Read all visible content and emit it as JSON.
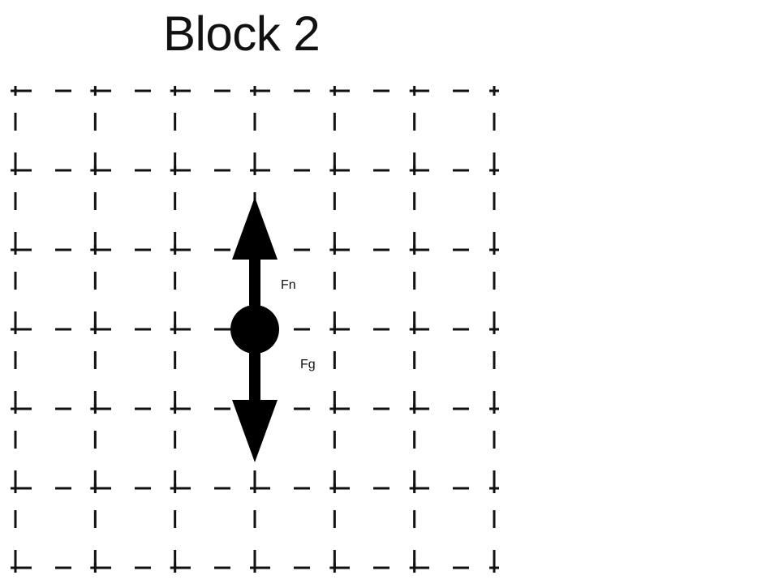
{
  "title": "Block 2",
  "diagram": {
    "type": "free-body-diagram",
    "grid": {
      "columns": 6,
      "rows": 6,
      "line_style": "dashed",
      "color": "#111111"
    },
    "object": {
      "shape": "circle",
      "color": "#000000"
    },
    "forces": [
      {
        "label": "Fn",
        "direction": "up",
        "icon": "arrow-up-icon"
      },
      {
        "label": "Fg",
        "direction": "down",
        "icon": "arrow-down-icon"
      }
    ]
  }
}
